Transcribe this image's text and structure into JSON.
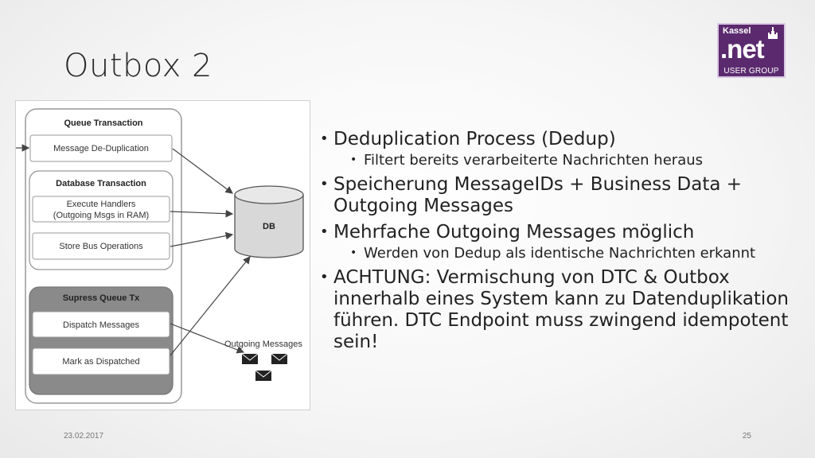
{
  "slide": {
    "title": "Outbox 2",
    "date": "23.02.2017",
    "page_number": "25"
  },
  "logo": {
    "city": "Kassel",
    "brand": ".net",
    "group": "USER GROUP"
  },
  "diagram": {
    "queue_transaction": "Queue Transaction",
    "message_dedup": "Message De-Duplication",
    "database_transaction": "Database Transaction",
    "execute_handlers_line1": "Execute Handlers",
    "execute_handlers_line2": "(Outgoing Msgs in RAM)",
    "store_bus_operations": "Store Bus Operations",
    "suppress_queue_tx": "Supress Queue Tx",
    "dispatch_messages": "Dispatch Messages",
    "mark_as_dispatched": "Mark as Dispatched",
    "db_label": "DB",
    "outgoing_messages": "Outgoing Messages"
  },
  "bullets": {
    "b1": "Deduplication Process (Dedup)",
    "b1_sub": "Filtert bereits verarbeiterte Nachrichten heraus",
    "b2": "Speicherung MessageIDs + Business Data + Outgoing Messages",
    "b3": "Mehrfache Outgoing Messages möglich",
    "b3_sub": "Werden von Dedup als identische Nachrichten erkannt",
    "b4": "ACHTUNG: Vermischung von DTC & Outbox innerhalb eines System kann zu Datenduplikation führen. DTC Endpoint muss zwingend idempotent sein!"
  },
  "colors": {
    "logo_bg": "#5b2a6e",
    "suppress_box": "#8a8a8a",
    "db_fill": "#d8d8d8"
  }
}
